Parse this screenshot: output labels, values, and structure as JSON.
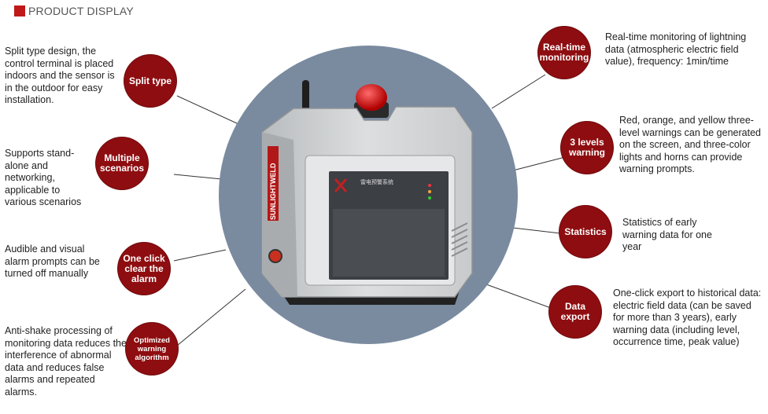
{
  "header": {
    "title": "PRODUCT DISPLAY"
  },
  "features": {
    "split_type": {
      "label": "Split type",
      "description": "Split type design, the control terminal is placed indoors and the sensor is in the outdoor for easy installation."
    },
    "multiple_scenarios": {
      "label": "Multiple scenarios",
      "description": "Supports stand-alone and networking, applicable to various scenarios"
    },
    "one_click_clear": {
      "label": "One click clear the alarm",
      "description": "Audible and visual alarm prompts can be turned off manually"
    },
    "optimized_warning": {
      "label": "Optimized warning algorithm",
      "description": "Anti-shake processing of monitoring data reduces the interference of abnormal data and reduces false alarms and repeated alarms."
    },
    "real_time": {
      "label": "Real-time monitoring",
      "description": "Real-time monitoring of lightning data (atmospheric electric field value), frequency: 1min/time"
    },
    "three_levels": {
      "label": "3 levels warning",
      "description": "Red, orange, and yellow three-level warnings can be generated on the screen, and three-color lights and horns can provide warning prompts."
    },
    "statistics": {
      "label": "Statistics",
      "description": "Statistics of early warning data for one year"
    },
    "data_export": {
      "label": "Data export",
      "description": "One-click export to historical data: electric field data (can be saved for more than 3 years), early warning data (including level, occurrence time, peak value)"
    }
  },
  "device": {
    "brand": "SUNLIGHTWELD",
    "screen_title": "雷电预警系统"
  },
  "colors": {
    "accent": "#8e0d10",
    "header_square": "#c01818",
    "backdrop": "#7a8ba0"
  }
}
